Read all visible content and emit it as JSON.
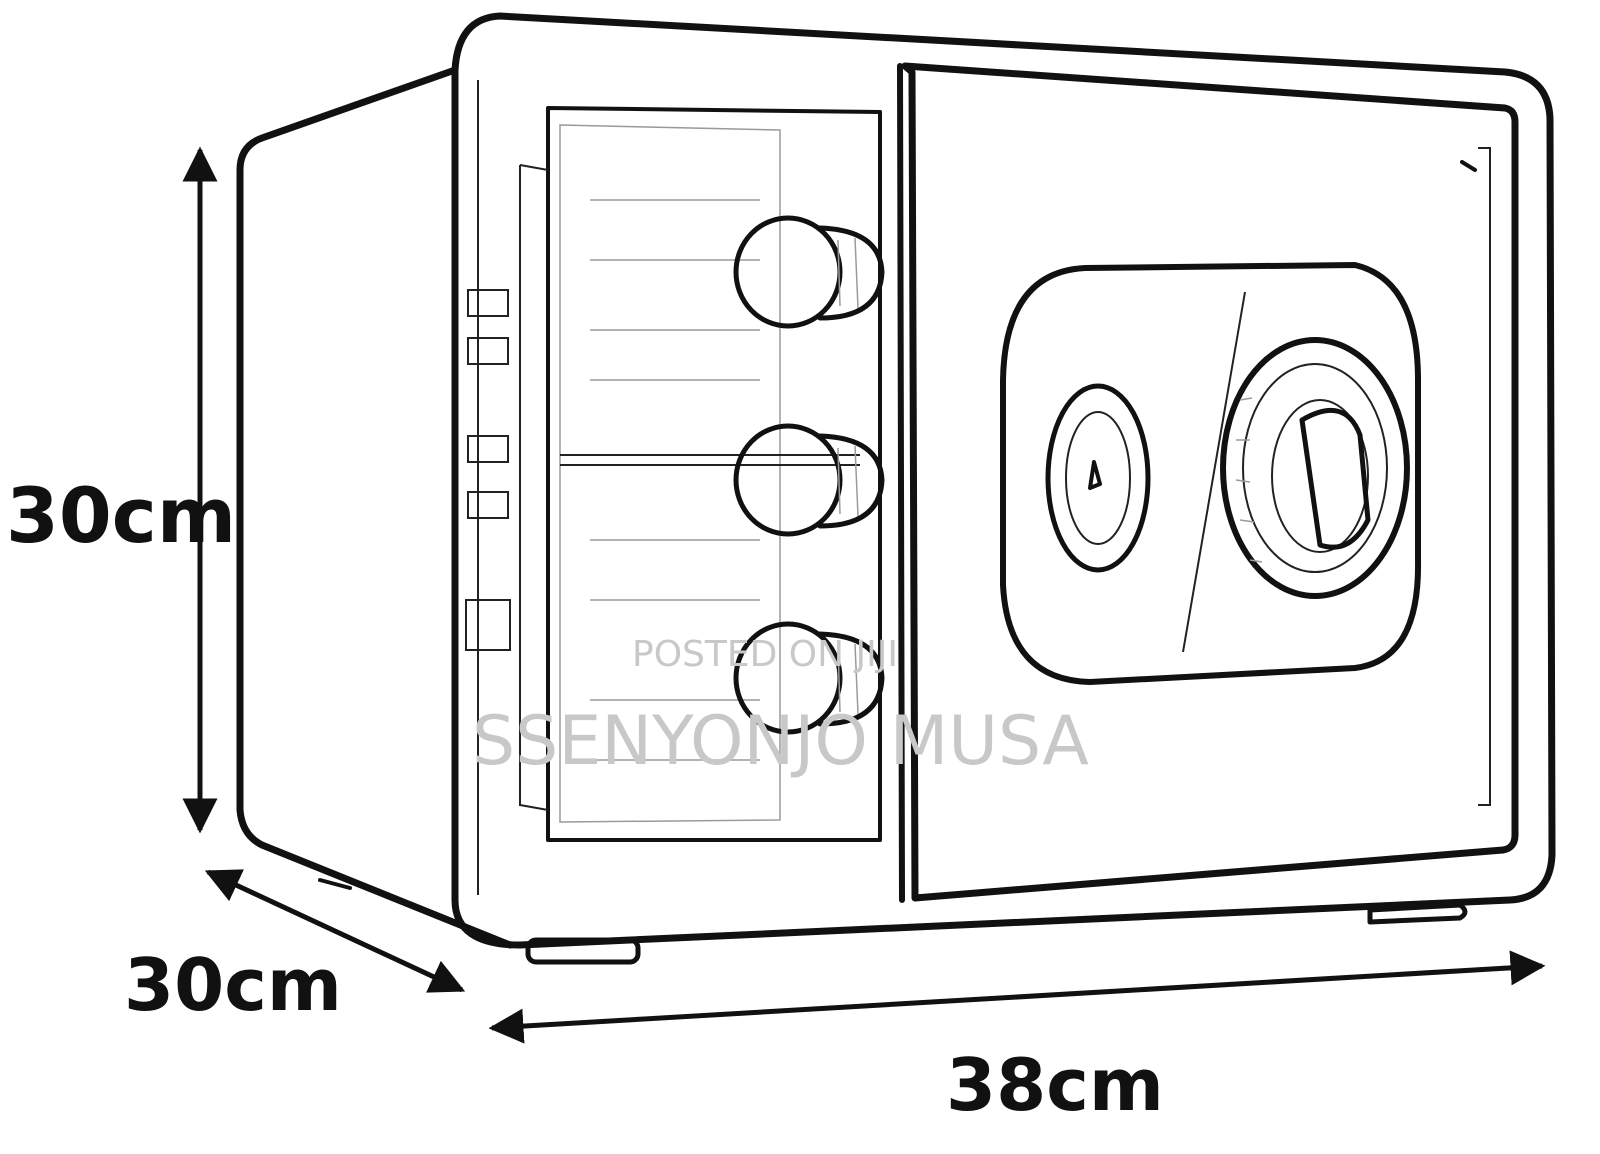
{
  "dimensions": {
    "height_label": "30cm",
    "depth_label": "30cm",
    "width_label": "38cm"
  },
  "watermark": {
    "line1": "POSTED ON JIJI",
    "line2": "SSENYONJO MUSA"
  },
  "colors": {
    "line": "#111111",
    "watermark": "#c8c8c8",
    "background": "#ffffff"
  }
}
